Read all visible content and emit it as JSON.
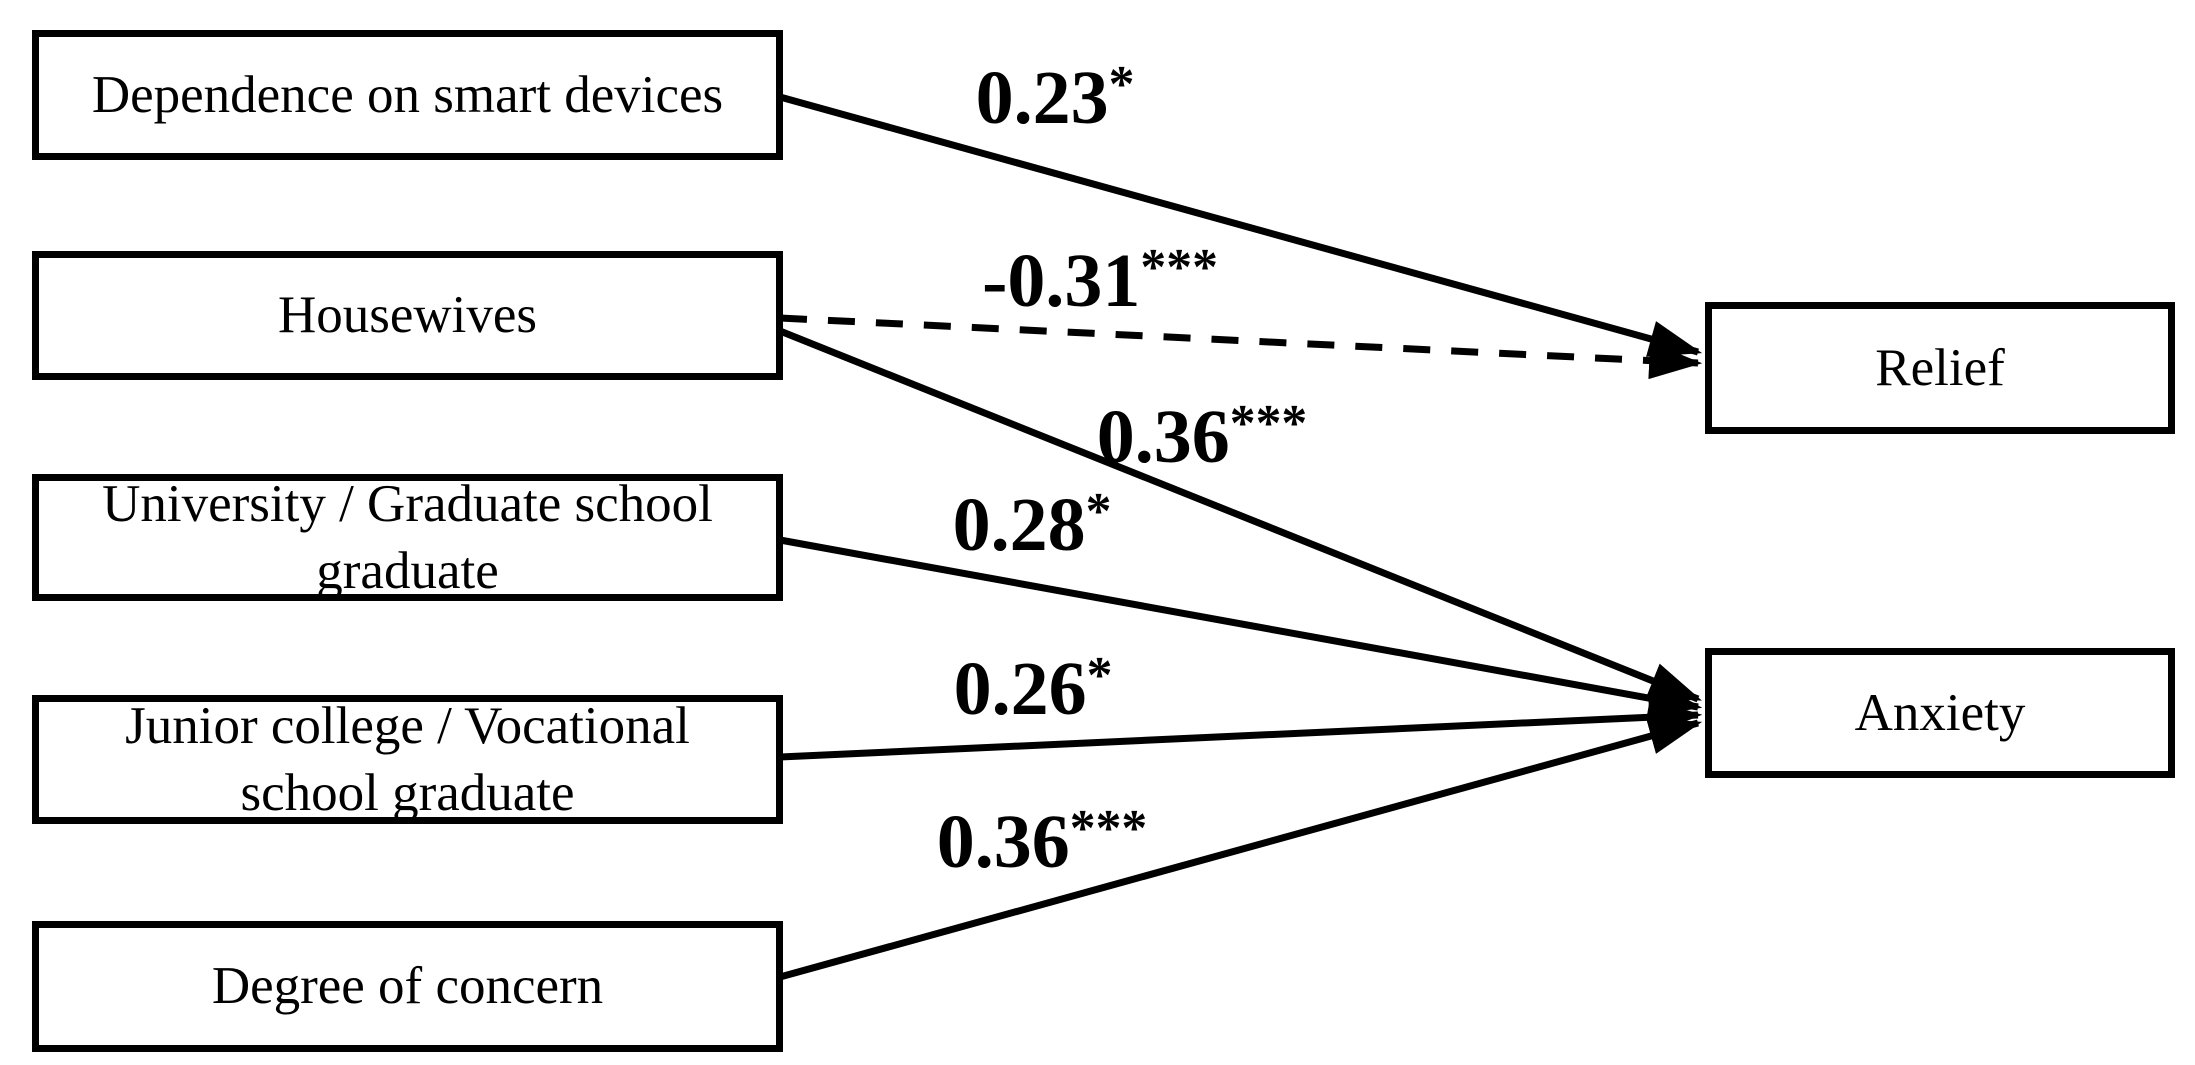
{
  "figure": {
    "background_color": "#ffffff",
    "line_color": "#000000",
    "type": "path-diagram"
  },
  "nodes": {
    "predictors": [
      {
        "label": "Dependence on smart devices"
      },
      {
        "label": "Housewives"
      },
      {
        "label": "University / Graduate school graduate"
      },
      {
        "label": "Junior college / Vocational school graduate"
      },
      {
        "label": "Degree of concern"
      }
    ],
    "outcomes": [
      {
        "label": "Relief"
      },
      {
        "label": "Anxiety"
      }
    ]
  },
  "paths": [
    {
      "from": "Dependence on smart devices",
      "to": "Relief",
      "coefficient": "0.23",
      "significance": "*",
      "line_style": "solid"
    },
    {
      "from": "Housewives",
      "to": "Relief",
      "coefficient": "-0.31",
      "significance": "***",
      "line_style": "dashed"
    },
    {
      "from": "Housewives",
      "to": "Anxiety",
      "coefficient": "0.36",
      "significance": "***",
      "line_style": "solid"
    },
    {
      "from": "University / Graduate school graduate",
      "to": "Anxiety",
      "coefficient": "0.28",
      "significance": "*",
      "line_style": "solid"
    },
    {
      "from": "Junior college / Vocational school graduate",
      "to": "Anxiety",
      "coefficient": "0.26",
      "significance": "*",
      "line_style": "solid"
    },
    {
      "from": "Degree of concern",
      "to": "Anxiety",
      "coefficient": "0.36",
      "significance": "***",
      "line_style": "solid"
    }
  ]
}
